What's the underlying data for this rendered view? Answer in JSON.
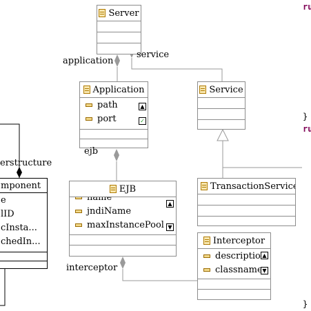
{
  "classes": {
    "server": {
      "name": "Server"
    },
    "application": {
      "name": "Application",
      "attributes": [
        "path",
        "port"
      ]
    },
    "service": {
      "name": "Service"
    },
    "ejb": {
      "name": "EJB",
      "attributes": [
        "name",
        "jndiName",
        "maxInstancePool"
      ]
    },
    "transaction_service": {
      "name": "TransactionService"
    },
    "interceptor": {
      "name": "Interceptor",
      "attributes": [
        "description",
        "classname"
      ]
    },
    "component": {
      "name": "mponent",
      "attributes": [
        "e",
        "lID",
        "cInsta...",
        "chedIn..."
      ]
    }
  },
  "roles": {
    "application": "application",
    "service": "service",
    "ejb": "ejb",
    "interceptor": "interceptor",
    "structure": "erstructure"
  },
  "code_fragments": {
    "top": "ru",
    "middle": "ru",
    "brace_1": "}",
    "brace_2": "}"
  },
  "colors": {
    "edge": "#9a9a9a",
    "keyword": "#7f0055",
    "check": "#1d9b1d"
  }
}
